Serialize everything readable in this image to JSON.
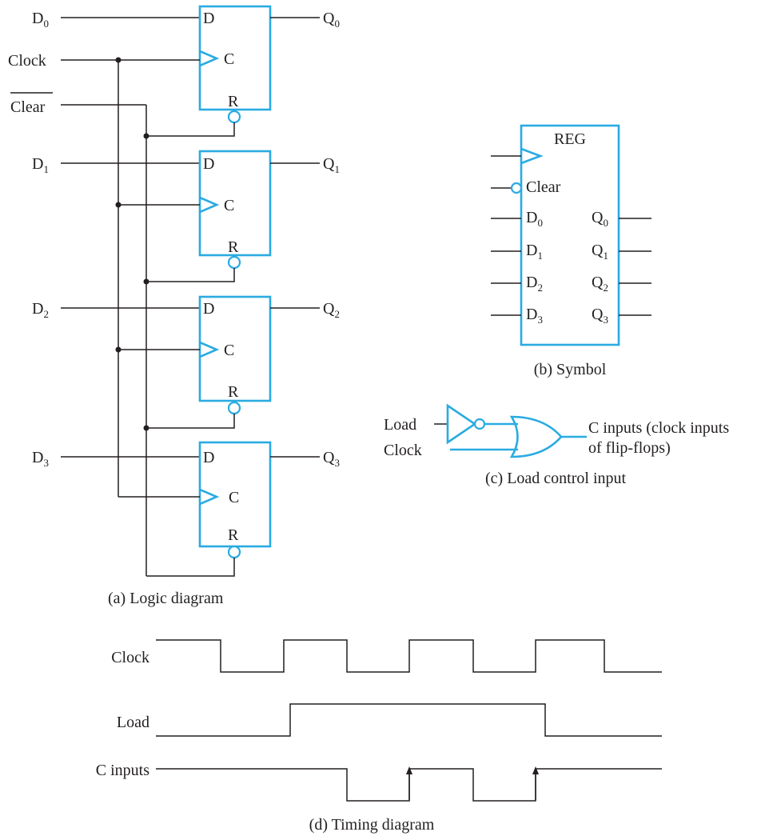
{
  "logic": {
    "inputs": [
      {
        "main": "D",
        "sub": "0"
      },
      {
        "main": "D",
        "sub": "1"
      },
      {
        "main": "D",
        "sub": "2"
      },
      {
        "main": "D",
        "sub": "3"
      }
    ],
    "outputs": [
      {
        "main": "Q",
        "sub": "0"
      },
      {
        "main": "Q",
        "sub": "1"
      },
      {
        "main": "Q",
        "sub": "2"
      },
      {
        "main": "Q",
        "sub": "3"
      }
    ],
    "clock_label": "Clock",
    "clear_label": "Clear",
    "ff_pins": {
      "d": "D",
      "c": "C",
      "r": "R"
    },
    "caption": "(a) Logic diagram"
  },
  "symbol": {
    "title": "REG",
    "clear": "Clear",
    "d_pins": [
      {
        "main": "D",
        "sub": "0"
      },
      {
        "main": "D",
        "sub": "1"
      },
      {
        "main": "D",
        "sub": "2"
      },
      {
        "main": "D",
        "sub": "3"
      }
    ],
    "q_pins": [
      {
        "main": "Q",
        "sub": "0"
      },
      {
        "main": "Q",
        "sub": "1"
      },
      {
        "main": "Q",
        "sub": "2"
      },
      {
        "main": "Q",
        "sub": "3"
      }
    ],
    "caption": "(b) Symbol"
  },
  "load_control": {
    "load": "Load",
    "clock": "Clock",
    "output_line1": "C inputs (clock inputs",
    "output_line2": "of flip-flops)",
    "caption": "(c) Load control input"
  },
  "timing": {
    "signals": [
      {
        "name": "Clock",
        "levels": [
          1,
          1,
          0,
          0,
          1,
          1,
          0,
          0,
          1,
          1,
          0,
          0,
          1,
          1,
          0,
          0
        ],
        "initial": 1
      },
      {
        "name": "Load",
        "levels": [
          0,
          0,
          0,
          0,
          1,
          1,
          1,
          1,
          1,
          1,
          1,
          1,
          0,
          0,
          0,
          0
        ],
        "initial": 0
      },
      {
        "name": "C inputs",
        "levels": [
          1,
          1,
          1,
          1,
          1,
          1,
          0,
          0,
          1,
          1,
          0,
          0,
          1,
          1,
          1,
          1
        ],
        "initial": 1
      }
    ],
    "rising_edge_arrows": 2,
    "caption": "(d) Timing diagram"
  },
  "colors": {
    "accent": "#29abe2",
    "ink": "#231f20"
  }
}
